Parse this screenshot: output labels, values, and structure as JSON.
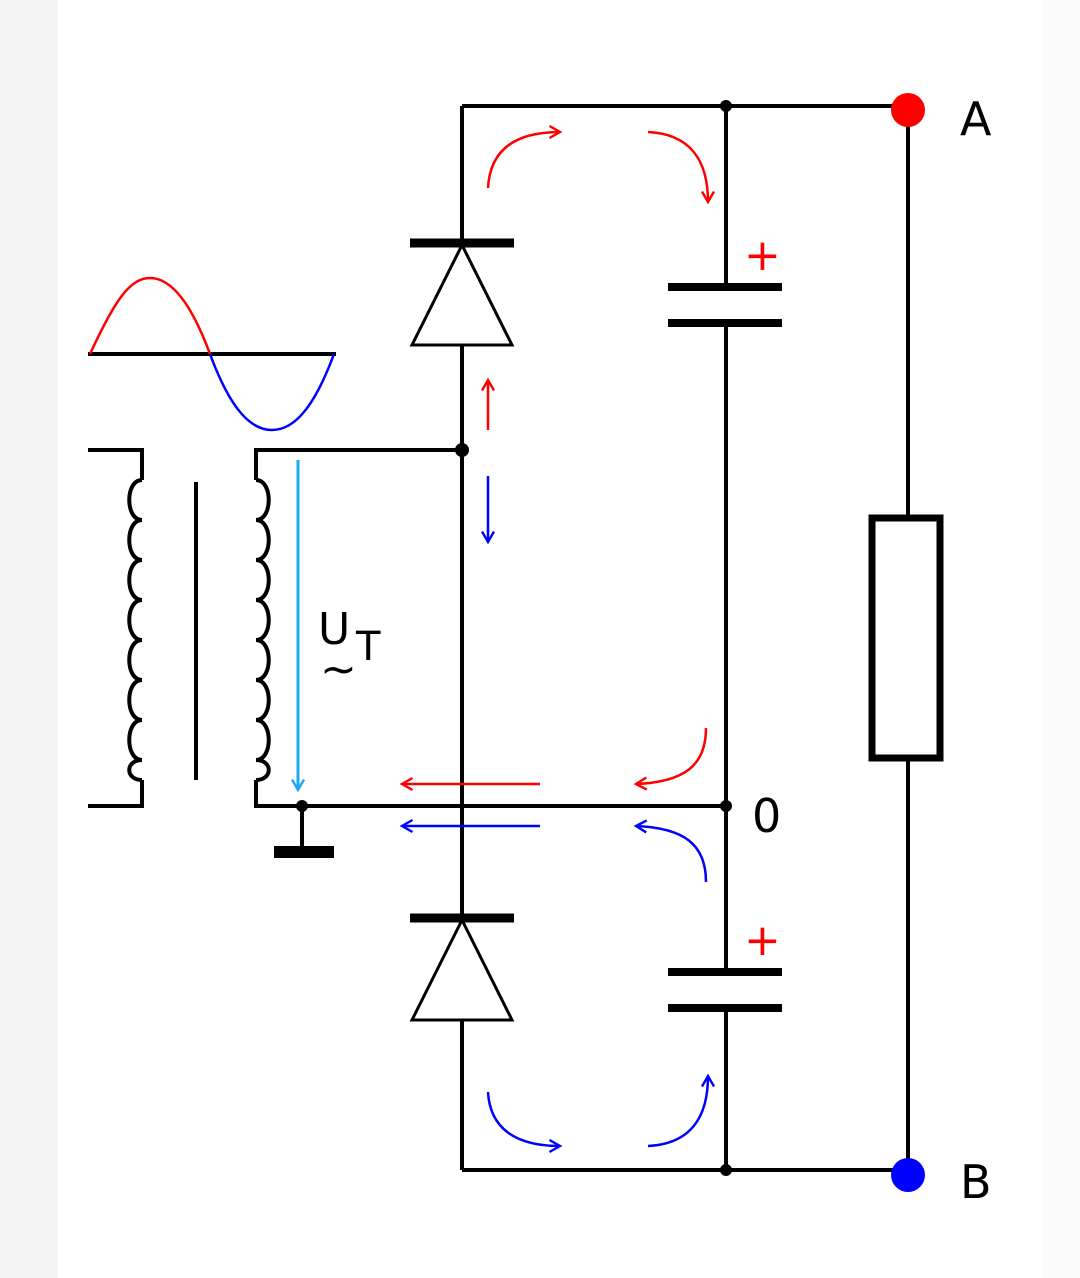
{
  "labels": {
    "terminal_a": "A",
    "terminal_b": "B",
    "midpoint": "0",
    "transformer_voltage": "U",
    "transformer_voltage_sub": "T",
    "ac_symbol": "~",
    "cap_top_polarity": "+",
    "cap_bottom_polarity": "+"
  },
  "colors": {
    "wire": "#000000",
    "positive_half_wave": "#ff0000",
    "negative_half_wave": "#0000ff",
    "voltage_arrow": "#1eaaf0",
    "terminal_a": "#ff0000",
    "terminal_b": "#0000ff",
    "background": "#ffffff",
    "margin": "#f3f3f3"
  }
}
